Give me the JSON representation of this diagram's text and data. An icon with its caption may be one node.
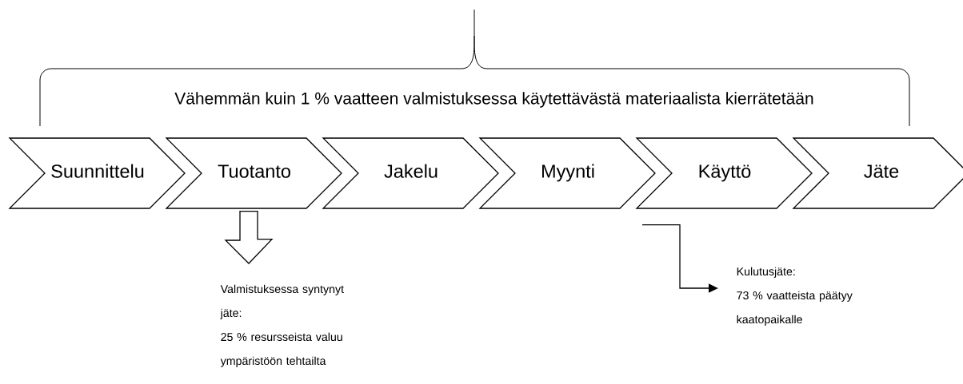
{
  "diagram": {
    "nodes": [
      {
        "text": [
          "Suunnittelu"
        ]
      },
      {
        "text": [
          "Tuotanto"
        ]
      },
      {
        "text": [
          "Jakelu"
        ]
      },
      {
        "text": [
          "Myynti"
        ]
      },
      {
        "text": [
          "Käyttö"
        ]
      },
      {
        "text": [
          "Jäte"
        ]
      },
      {
        "text": [
          "Valmistuksessa syntynyt jäte:",
          "25 % resursseista valuu ympäristöön tehtailta"
        ]
      },
      {
        "text": [
          "Kulutusjäte:",
          "73 % vaatteista päätyy kaatopaikalle"
        ]
      }
    ],
    "edges": [
      {
        "from": 1,
        "to": 6,
        "arrow": "to"
      },
      {
        "from": 4,
        "to": 7,
        "arrow": "to"
      }
    ],
    "labels": [
      "Vähemmän kuin 1 % vaatteen valmistuksessa käytettävästä materiaalista kierrätetään"
    ]
  }
}
